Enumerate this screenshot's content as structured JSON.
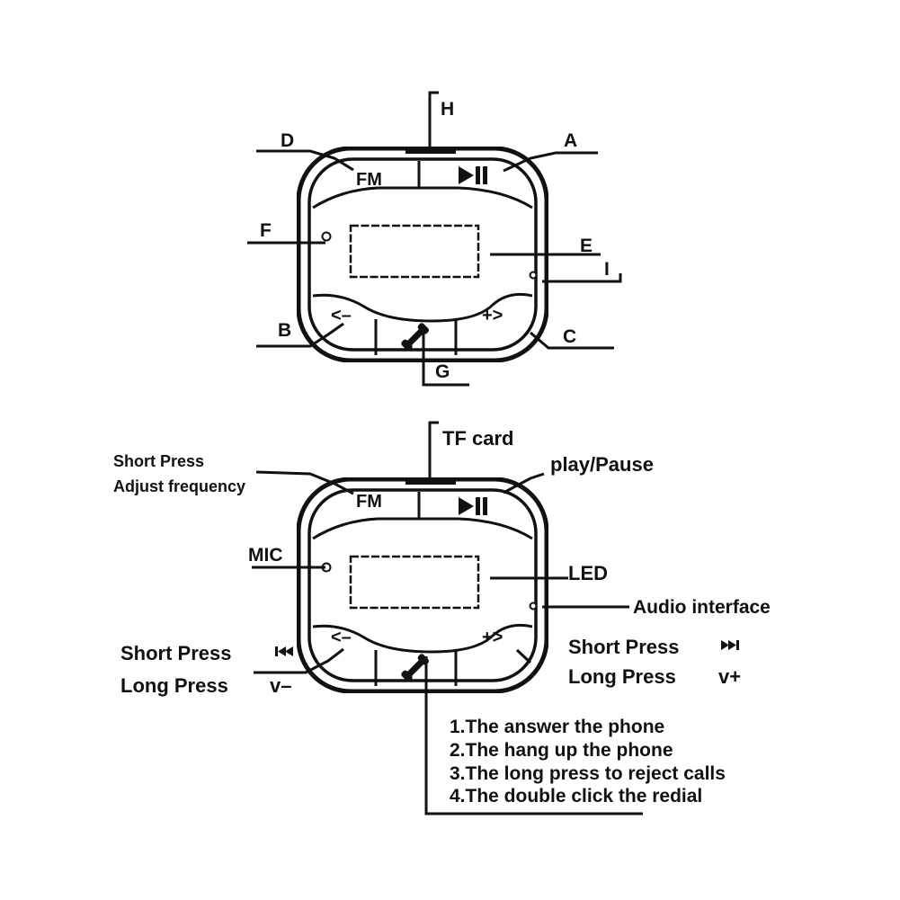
{
  "top_diagram": {
    "labels": {
      "a": "A",
      "b": "B",
      "c": "C",
      "d": "D",
      "e": "E",
      "f": "F",
      "g": "G",
      "h": "H",
      "i": "I"
    },
    "buttons": {
      "fm": "FM",
      "minus": "<–",
      "plus": "+>"
    }
  },
  "bottom_diagram": {
    "labels": {
      "tf_card": "TF card",
      "play_pause": "play/Pause",
      "fm_short_press": "Short Press",
      "fm_adjust_frequency": "Adjust frequency",
      "mic": "MIC",
      "led": "LED",
      "audio_interface": "Audio interface",
      "left_short_press": "Short Press",
      "left_long_press": "Long Press",
      "left_long_suffix": "v–",
      "right_short_press": "Short Press",
      "right_long_press": "Long Press",
      "right_long_suffix": "v+"
    },
    "buttons": {
      "fm": "FM",
      "minus": "<–",
      "plus": "+>"
    },
    "phone_instructions": [
      "1.The answer the phone",
      "2.The hang up the phone",
      "3.The long press to reject calls",
      "4.The double click the redial"
    ]
  },
  "icons": {
    "play_pause": "play-pause-icon",
    "phone": "phone-handset-icon",
    "previous": "previous-track-icon",
    "next": "next-track-icon"
  },
  "colors": {
    "ink": "#111111",
    "background": "#ffffff"
  }
}
